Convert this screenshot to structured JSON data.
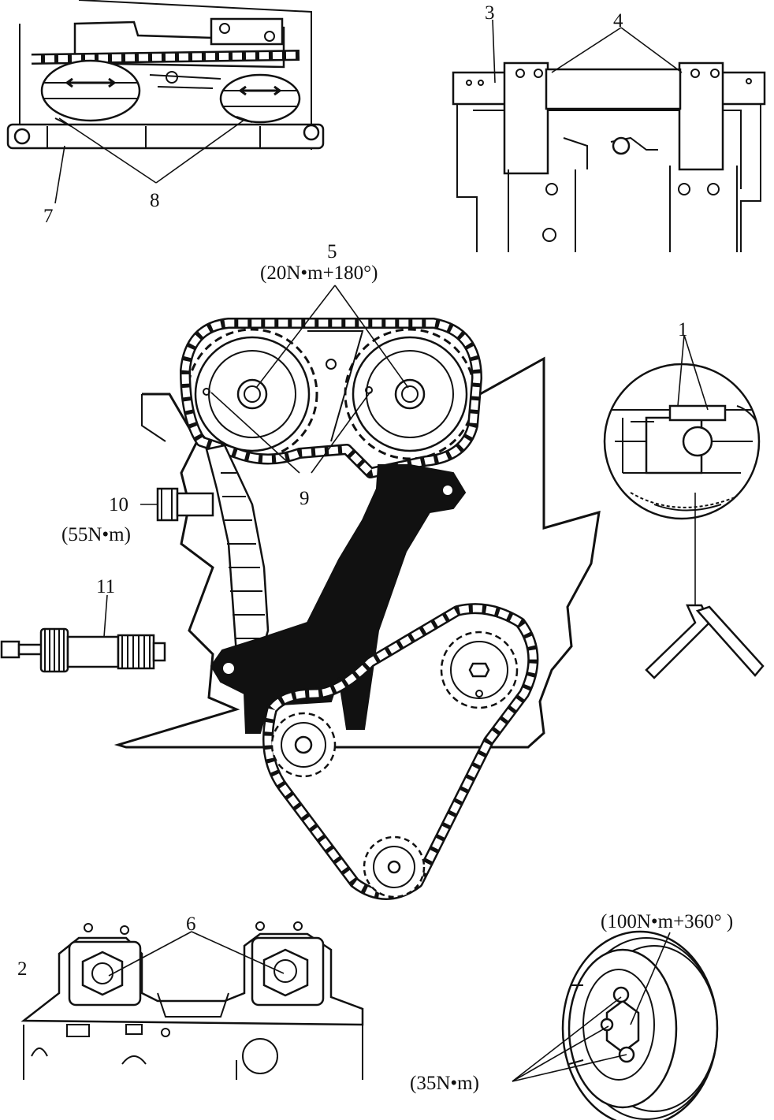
{
  "callouts": {
    "c1": "1",
    "c2": "2",
    "c3": "3",
    "c4": "4",
    "c5": "5",
    "c5_torque": "(20N•m+180°)",
    "c6": "6",
    "c7": "7",
    "c8": "8",
    "c9": "9",
    "c10": "10",
    "c10_torque": "(55N•m)",
    "c11": "11",
    "pulley_center_torque": "(100N•m+360° )",
    "pulley_bolts_torque": "(35N•m)"
  },
  "colors": {
    "ink": "#111111",
    "paper": "#ffffff"
  }
}
